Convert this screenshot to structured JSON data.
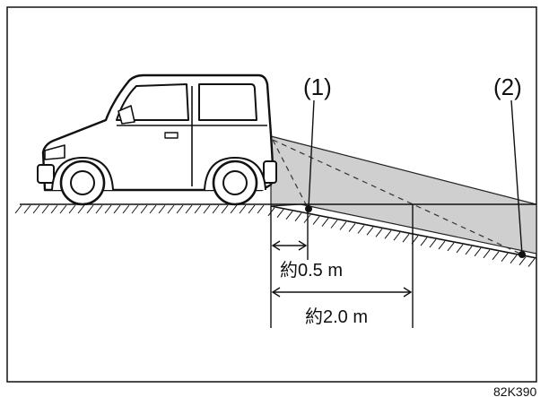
{
  "labels": {
    "point_1": "(1)",
    "point_2": "(2)",
    "distance_near": "約0.5 m",
    "distance_far": "約2.0 m",
    "figure_code": "82K390"
  }
}
